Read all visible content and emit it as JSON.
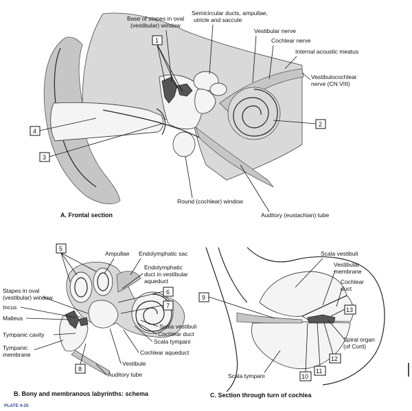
{
  "panel_a": {
    "caption": "A. Frontal section",
    "labels": {
      "stapes": [
        "Base of stapes in oval",
        "(vestibular) window"
      ],
      "semicircular": [
        "Semicircular ducts, ampullae,",
        "utricle and saccule"
      ],
      "vestibular_nerve": "Vestibular nerve",
      "cochlear_nerve": "Cochlear nerve",
      "meatus": "Internal acoustic meatus",
      "cn8": [
        "Vestibulocochlear",
        "nerve (CN VIII)"
      ],
      "round_window": "Round (cochlear) window",
      "eustachian": "Auditory (eustachian) tube"
    },
    "numbers": [
      "1",
      "2",
      "3",
      "4"
    ]
  },
  "panel_b": {
    "caption": "B. Bony and membranous labyrinths: schema",
    "labels": {
      "ampullae": "Ampullae",
      "endo_sac": "Endolymphatic sac",
      "endo_duct": [
        "Endolymphatic",
        "duct in vestibular",
        "aqueduct"
      ],
      "stapes": [
        "Stapes in oval",
        "(vestibular) window"
      ],
      "incus": "Incus",
      "malleus": "Malleus",
      "tympanic_cavity": "Tympanic cavity",
      "tympanic_membrane": [
        "Tympanic",
        "membrane"
      ],
      "scala_vestibuli": "Scala vestibuli",
      "cochlear_duct": "Cochlear duct",
      "scala_tympani": "Scala tympani",
      "cochlear_aqueduct": "Cochlear aqueduct",
      "vestibule": "Vestibule",
      "auditory_tube": "Auditory tube"
    },
    "numbers": [
      "5",
      "6",
      "7",
      "8"
    ]
  },
  "panel_c": {
    "caption": "C. Section through turn of cochlea",
    "labels": {
      "scala_vestibuli": "Scala vestibuli",
      "vestibular_membrane": [
        "Vestibular",
        "membrane"
      ],
      "cochlear_duct": [
        "Cochlear",
        "duct"
      ],
      "spiral_organ": [
        "Spiral organ",
        "(of Corti)"
      ],
      "scala_tympani": "Scala tympani"
    },
    "numbers": [
      "9",
      "10",
      "11",
      "12",
      "13"
    ]
  },
  "plate": "PLATE 4-25"
}
